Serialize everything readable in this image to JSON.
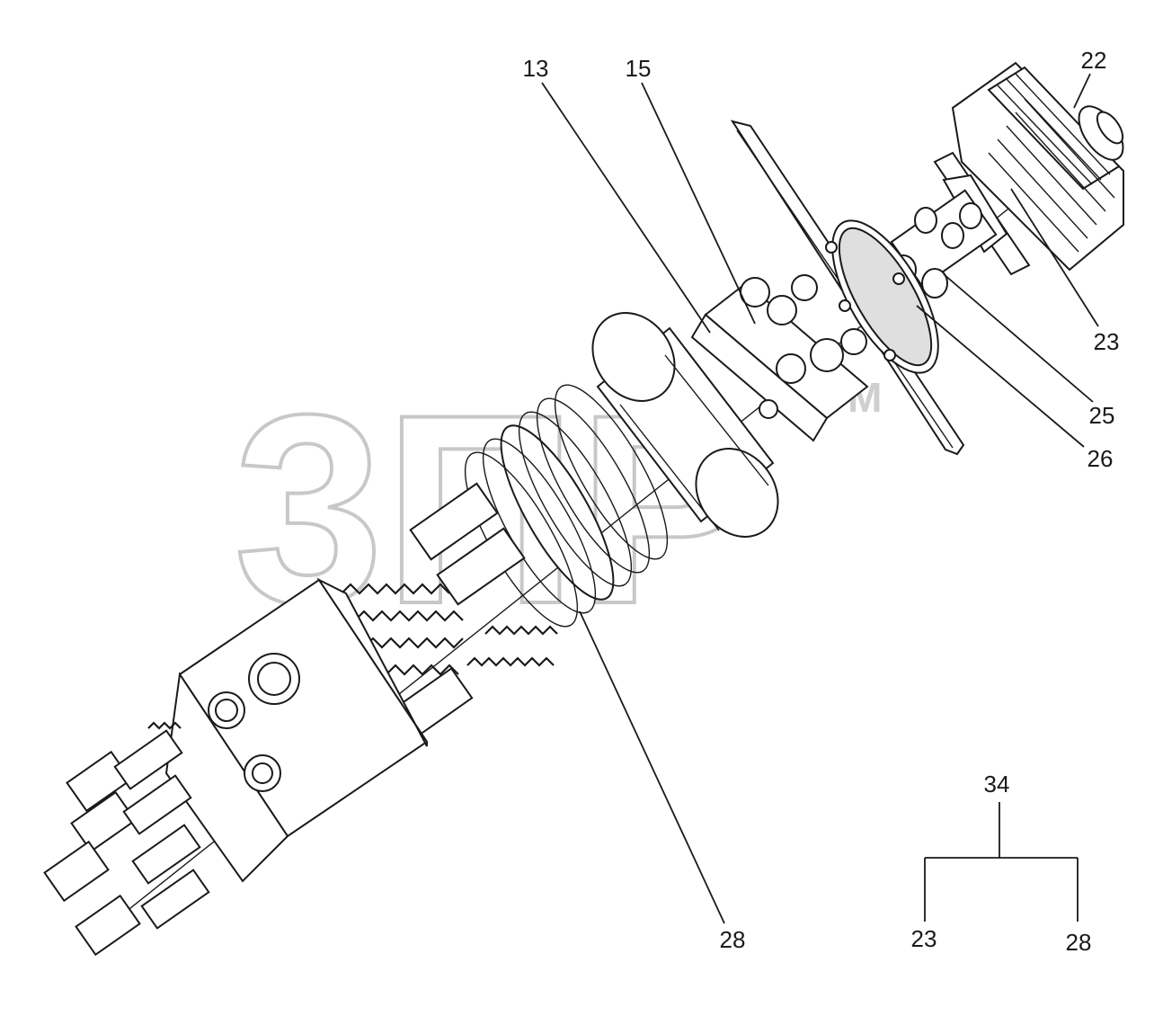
{
  "watermark": {
    "text": "3ПР",
    "trademark": "TM"
  },
  "callouts": {
    "c13": "13",
    "c15": "15",
    "c22": "22",
    "c23": "23",
    "c25": "25",
    "c26": "26",
    "c28": "28",
    "c34": "34",
    "tree_left": "23",
    "tree_right": "28"
  },
  "colors": {
    "line": "#1a1a1a",
    "watermark": "#c8c8c8",
    "background": "#ffffff"
  }
}
